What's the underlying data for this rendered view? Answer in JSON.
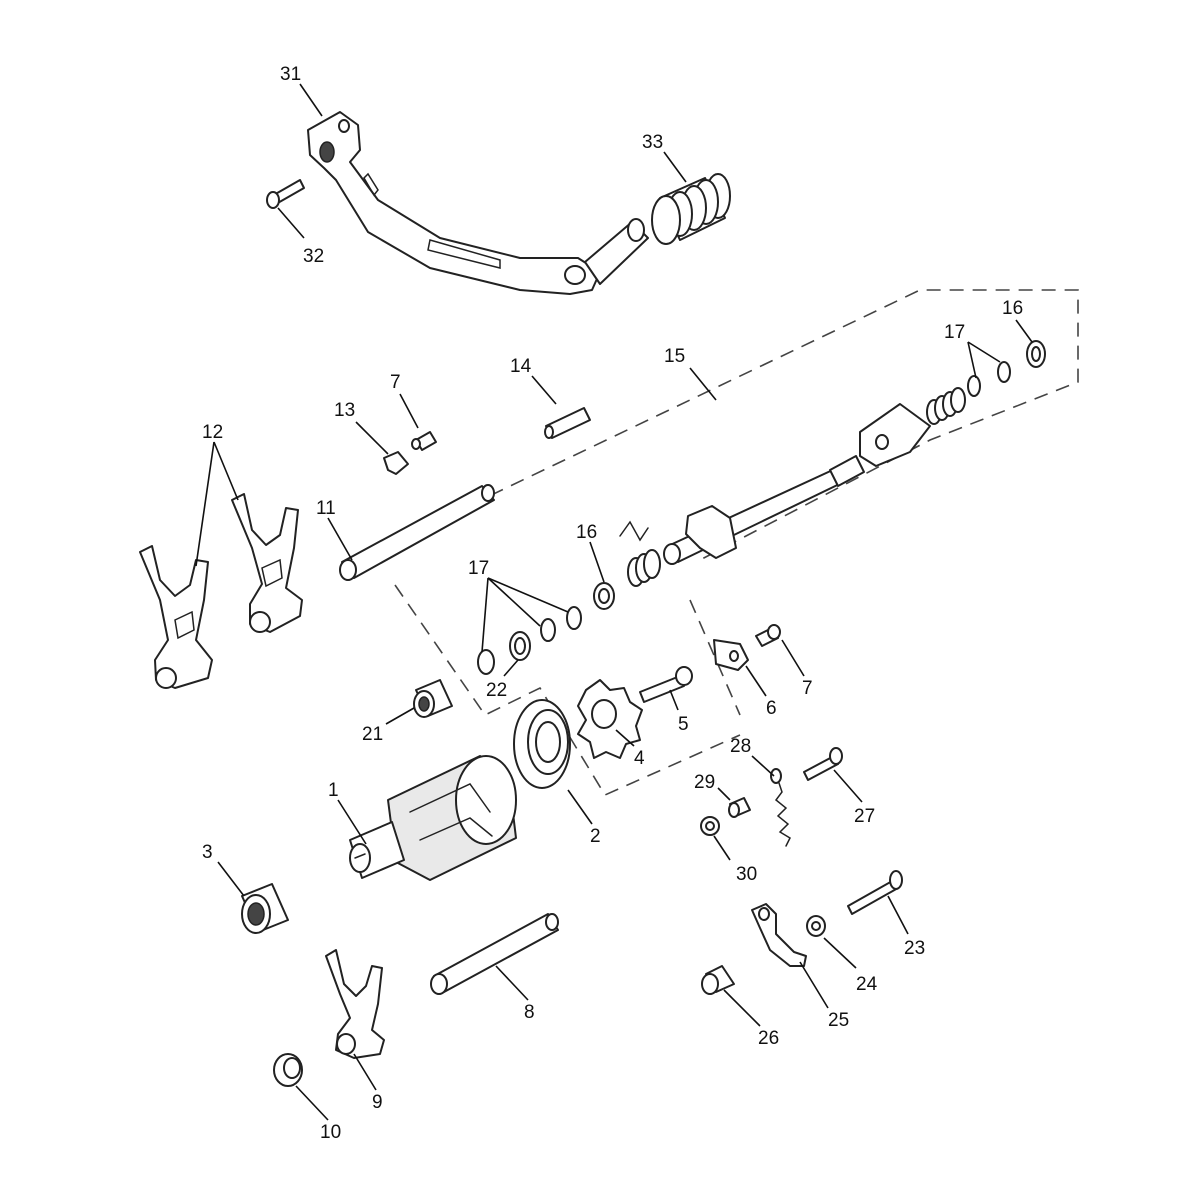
{
  "callouts": [
    {
      "id": "c31",
      "text": "31"
    },
    {
      "id": "c32",
      "text": "32"
    },
    {
      "id": "c33",
      "text": "33"
    },
    {
      "id": "c16a",
      "text": "16"
    },
    {
      "id": "c17a",
      "text": "17"
    },
    {
      "id": "c15",
      "text": "15"
    },
    {
      "id": "c14",
      "text": "14"
    },
    {
      "id": "c7a",
      "text": "7"
    },
    {
      "id": "c13",
      "text": "13"
    },
    {
      "id": "c12",
      "text": "12"
    },
    {
      "id": "c11",
      "text": "11"
    },
    {
      "id": "c16b",
      "text": "16"
    },
    {
      "id": "c17b",
      "text": "17"
    },
    {
      "id": "c22",
      "text": "22"
    },
    {
      "id": "c21",
      "text": "21"
    },
    {
      "id": "c5",
      "text": "5"
    },
    {
      "id": "c6",
      "text": "6"
    },
    {
      "id": "c7b",
      "text": "7"
    },
    {
      "id": "c4",
      "text": "4"
    },
    {
      "id": "c28",
      "text": "28"
    },
    {
      "id": "c1",
      "text": "1"
    },
    {
      "id": "c2",
      "text": "2"
    },
    {
      "id": "c29",
      "text": "29"
    },
    {
      "id": "c27",
      "text": "27"
    },
    {
      "id": "c30",
      "text": "30"
    },
    {
      "id": "c3",
      "text": "3"
    },
    {
      "id": "c23",
      "text": "23"
    },
    {
      "id": "c24",
      "text": "24"
    },
    {
      "id": "c25",
      "text": "25"
    },
    {
      "id": "c26",
      "text": "26"
    },
    {
      "id": "c8",
      "text": "8"
    },
    {
      "id": "c9",
      "text": "9"
    },
    {
      "id": "c10",
      "text": "10"
    }
  ]
}
